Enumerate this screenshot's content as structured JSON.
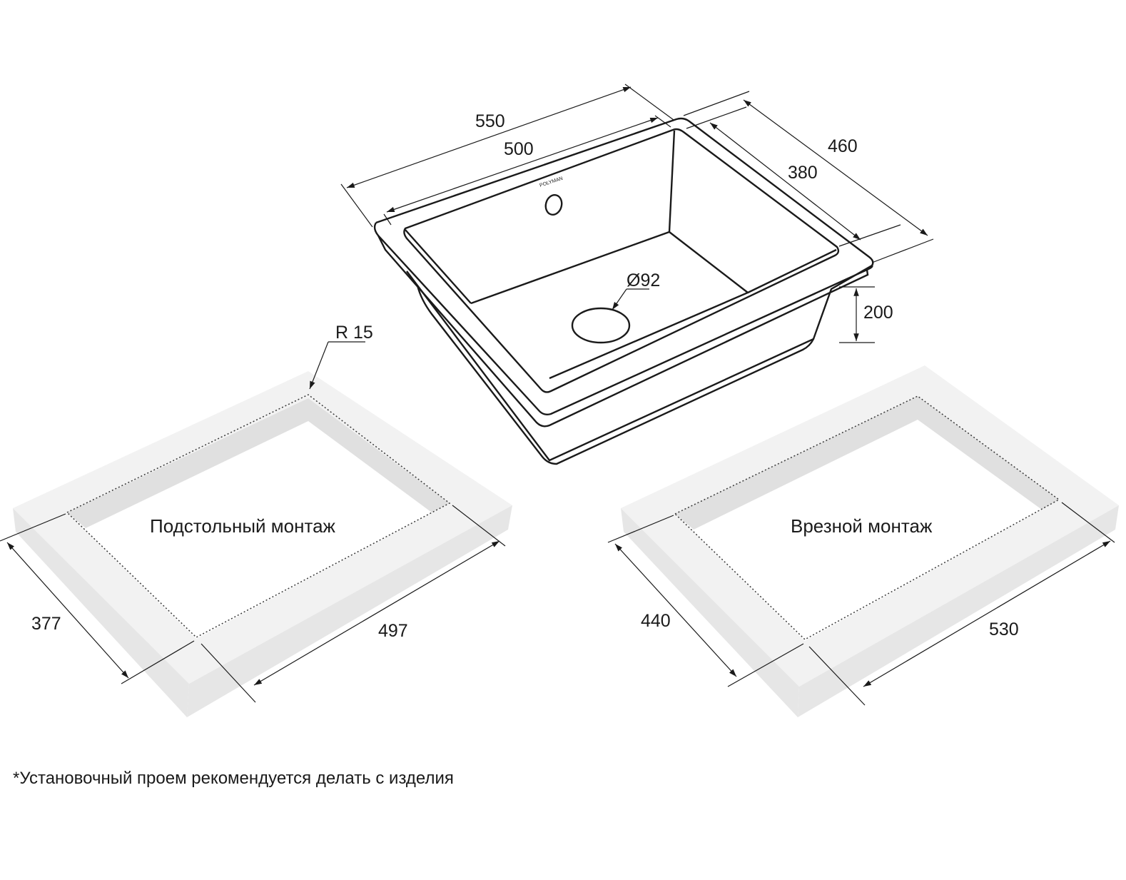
{
  "sink": {
    "brand_mark": "POLYMAN",
    "dims": {
      "outer_length": "550",
      "bowl_length": "500",
      "outer_width": "460",
      "bowl_width": "380",
      "drain_diameter": "Ø92",
      "depth": "200"
    }
  },
  "undermount": {
    "title": "Подстольный монтаж",
    "radius": "R 15",
    "width": "377",
    "length": "497"
  },
  "inset": {
    "title": "Врезной монтаж",
    "width": "440",
    "length": "530"
  },
  "footnote": "*Установочный проем рекомендуется делать с изделия"
}
